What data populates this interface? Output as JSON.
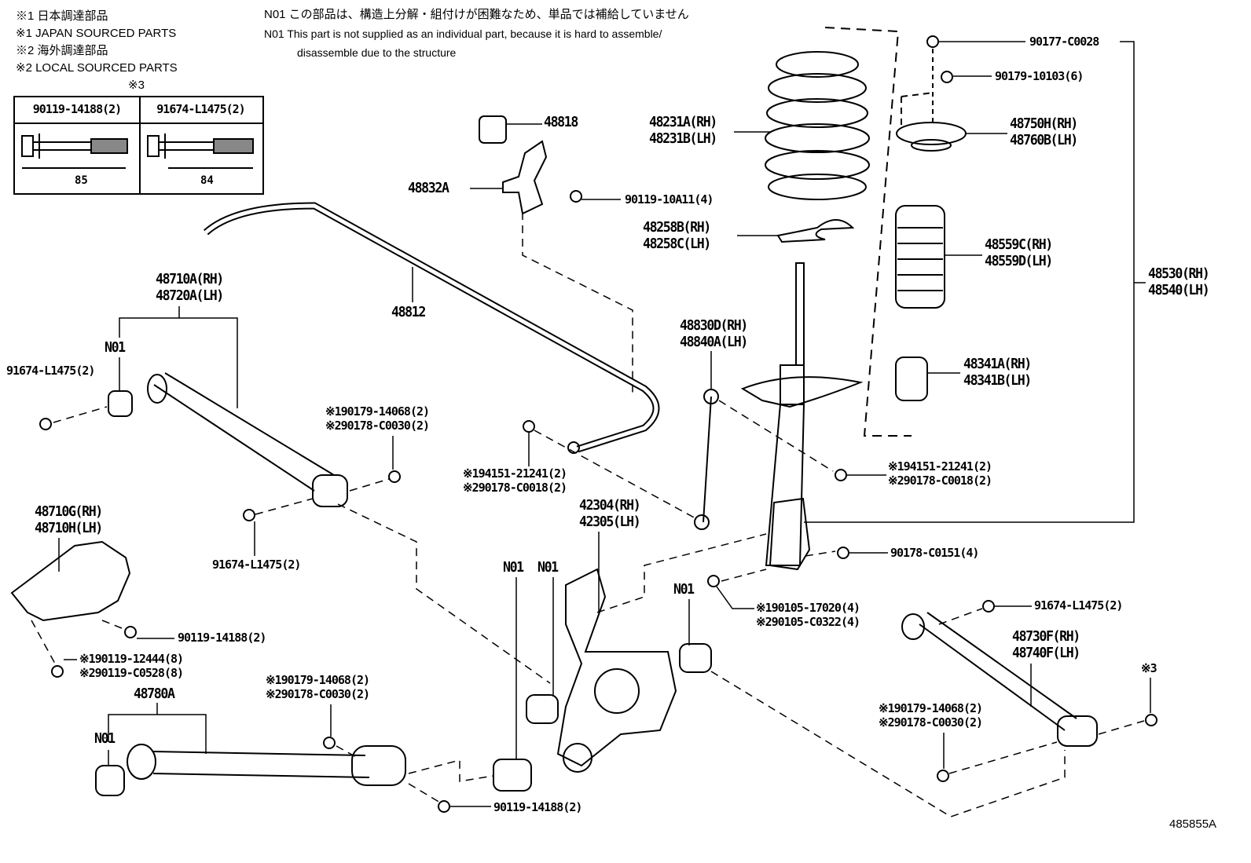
{
  "notes": {
    "jp1": "※1 日本調達部品",
    "en1": "※1 JAPAN SOURCED PARTS",
    "jp2": "※2 海外調達部品",
    "en2": "※2 LOCAL SOURCED PARTS",
    "ref3": "※3",
    "n01_jp": "N01 この部品は、構造上分解・組付けが困難なため、単品では補給していません",
    "n01_en1": "N01 This part is not supplied as an individual part, because it is hard to assemble/",
    "n01_en2": "disassemble due to the structure"
  },
  "bolt_table": {
    "headers": [
      "90119-14188(2)",
      "91674-L1475(2)"
    ],
    "lengths": [
      "85",
      "84"
    ]
  },
  "parts": {
    "p48818": "48818",
    "p48832A": "48832A",
    "p90119_10A11": "90119-10A11(4)",
    "p48231": [
      "48231A(RH)",
      "48231B(LH)"
    ],
    "p48258": [
      "48258B(RH)",
      "48258C(LH)"
    ],
    "p90177": "90177-C0028",
    "p90179_10103": "90179-10103(6)",
    "p48750": [
      "48750H(RH)",
      "48760B(LH)"
    ],
    "p48559": [
      "48559C(RH)",
      "48559D(LH)"
    ],
    "p48530": [
      "48530(RH)",
      "48540(LH)"
    ],
    "p48341": [
      "48341A(RH)",
      "48341B(LH)"
    ],
    "p48812": "48812",
    "p48710A": [
      "48710A(RH)",
      "48720A(LH)"
    ],
    "n01_a": "N01",
    "p91674_a": "91674-L1475(2)",
    "p90179_a": [
      "※190179-14068(2)",
      "※290178-C0030(2)"
    ],
    "p48830": [
      "48830D(RH)",
      "48840A(LH)"
    ],
    "p94151_a": [
      "※194151-21241(2)",
      "※290178-C0018(2)"
    ],
    "p42304": [
      "42304(RH)",
      "42305(LH)"
    ],
    "p94151_b": [
      "※194151-21241(2)",
      "※290178-C0018(2)"
    ],
    "p48710G": [
      "48710G(RH)",
      "48710H(LH)"
    ],
    "p91674_b": "91674-L1475(2)",
    "p90178_C0151": "90178-C0151(4)",
    "n01_b": "N01",
    "n01_c": "N01",
    "n01_d": "N01",
    "p90105": [
      "※190105-17020(4)",
      "※290105-C0322(4)"
    ],
    "p91674_c": "91674-L1475(2)",
    "p90119_b": "90119-14188(2)",
    "p48730F": [
      "48730F(RH)",
      "48740F(LH)"
    ],
    "p90119_12444": [
      "※190119-12444(8)",
      "※290119-C0528(8)"
    ],
    "ref3_b": "※3",
    "p90179_b": [
      "※190179-14068(2)",
      "※290178-C0030(2)"
    ],
    "p48780A": "48780A",
    "p90179_c": [
      "※190179-14068(2)",
      "※290178-C0030(2)"
    ],
    "n01_e": "N01",
    "p90119_c": "90119-14188(2)",
    "diagram_id": "485855A"
  }
}
